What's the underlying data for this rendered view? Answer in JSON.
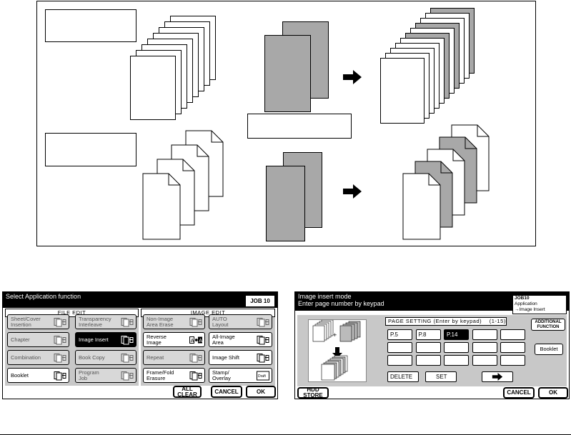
{
  "left_screen": {
    "title": "Select Application function",
    "job_tab": "JOB 10",
    "file_edit_header": "FILE EDIT",
    "image_edit_header": "IMAGE EDIT",
    "file_edit_buttons": [
      {
        "label": "Sheet/Cover\nInsertion",
        "state": "disabled",
        "icon": "cover-insert-icon"
      },
      {
        "label": "Transparency\nInterleave",
        "state": "disabled",
        "icon": "transparency-icon"
      },
      {
        "label": "Chapter",
        "state": "disabled",
        "icon": "chapter-icon"
      },
      {
        "label": "Image Insert",
        "state": "selected",
        "icon": "image-insert-icon"
      },
      {
        "label": "Combination",
        "state": "disabled",
        "icon": "combination-icon"
      },
      {
        "label": "Book Copy",
        "state": "disabled",
        "icon": "book-copy-icon"
      },
      {
        "label": "Booklet",
        "state": "normal",
        "icon": "booklet-icon"
      },
      {
        "label": "Program\nJob",
        "state": "disabled",
        "icon": "program-job-icon"
      }
    ],
    "image_edit_buttons": [
      {
        "label": "Non-Image\nArea Erase",
        "state": "disabled",
        "icon": "non-image-erase-icon"
      },
      {
        "label": "AUTO\nLayout",
        "state": "disabled",
        "icon": "auto-layout-icon"
      },
      {
        "label": "Reverse\nImage",
        "state": "normal",
        "icon": "reverse-image-icon"
      },
      {
        "label": "All-Image\nArea",
        "state": "normal",
        "icon": "all-image-area-icon"
      },
      {
        "label": "Repeat",
        "state": "disabled",
        "icon": "repeat-icon"
      },
      {
        "label": "Image Shift",
        "state": "normal",
        "icon": "image-shift-icon"
      },
      {
        "label": "Frame/Fold\nErasure",
        "state": "normal",
        "icon": "frame-fold-icon"
      },
      {
        "label": "Stamp/\nOverlay",
        "state": "normal",
        "icon": "stamp-overlay-icon"
      }
    ],
    "reverse_icon_glyph": "A",
    "stamp_icon_text": "Draft",
    "footer": {
      "all_clear": "ALL\nCLEAR",
      "cancel": "CANCEL",
      "ok": "OK"
    }
  },
  "right_screen": {
    "title_line1": "Image insert mode",
    "title_line2": "Enter page number by keypad",
    "job_tab": {
      "job": "JOB10",
      "line2": "Application",
      "line3": "→Image Insert"
    },
    "page_setting_label": "PAGE SETTING (Enter by keypad)",
    "range": "(1-15)",
    "pages": [
      "P.5",
      "P.8",
      "P.14"
    ],
    "selected_page": "P.14",
    "empty_slots": 12,
    "delete": "DELETE",
    "set": "SET",
    "additional_function": "ADDITIONAL\nFUNCTION",
    "booklet": "Booklet",
    "footer": {
      "hdd_store": "HDD\nSTORE",
      "cancel": "CANCEL",
      "ok": "OK"
    }
  },
  "colors": {
    "panel_bg": "#ffffff",
    "disabled": "#d8d8d8",
    "grey_sheet": "#a8a8a8",
    "selected": "#000000"
  }
}
